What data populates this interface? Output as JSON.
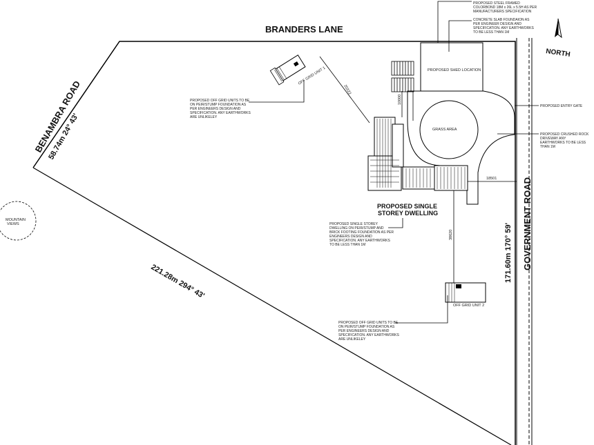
{
  "roads": {
    "branders_lane": "BRANDERS LANE",
    "benambra_road": "BENAMBRA ROAD",
    "government_road": "GOVERNMENT ROAD"
  },
  "boundary_dims": {
    "benambra": "58.74m  24° 43'",
    "diagonal": "221.28m  294° 43'",
    "government": "171.60m  170° 59'"
  },
  "north_label": "NORTH",
  "mountain_views": [
    "MOUNTAIN",
    "VIEWS"
  ],
  "labels": {
    "shed_location": "PROPOSED SHED LOCATION",
    "grass_area": "GRASS AREA",
    "off_grid_unit_1": "OFF GRID UNIT 1",
    "off_grid_unit_2": "OFF GRID UNIT 2",
    "dwelling_title": [
      "PROPOSED SINGLE",
      "STOREY DWELLING"
    ]
  },
  "dimensions": {
    "d_unit1": "20322",
    "d_shed": "10000",
    "d_road": "18501",
    "d_unit2": "38620"
  },
  "notes": {
    "steel_shed": [
      "PROPOSED STEEL FRAMED",
      "COLORBOND 18M x 26L x 5.5H AS PER",
      "MANUFACTURERS SPECIFICATION"
    ],
    "slab": [
      "CONCRETE SLAB FOUNDAION AS",
      "PER ENGINEER DESIGN AND",
      "SPECIFICATION. ANY EARTHWORKS",
      "TO BE LESS THAN 1M"
    ],
    "entry_gate": [
      "PROPOSED ENTRY GATE"
    ],
    "driveway": [
      "PROPOSED CRUSHED ROCK",
      "DRIVEWAY ANY",
      "EARTHWORKS TO BE LESS",
      "THAN 1M"
    ],
    "unit1": [
      "PROPOSED OFF GRID UNITS TO BE",
      "ON PEIR/STUMP FOUNDATION AS",
      "PER ENGINEERS DESIGN AND",
      "SPECIFICATION. ANY EARTHWORKS",
      "ARE UNLIKELEY"
    ],
    "dwelling": [
      "PROPOSED SINGLE STOREY",
      "DWELLING ON PEIR/STUMP AND",
      "BRICK FOOTING FOUNDATION AS PER",
      "ENGINEERS DESIGN AND",
      "SPECIFICATION. ANY EARTHWORKS",
      "TO BE LESS THAN 1M"
    ],
    "unit2": [
      "PROPOSED OFF GRID UNITS TO BE",
      "ON PEIR/STUMP FOUNDATION AS",
      "PER ENGINEERS DESIGN AND",
      "SPECIFICATION. ANY EARTHWORKS",
      "ARE UNLIKELEY"
    ]
  }
}
